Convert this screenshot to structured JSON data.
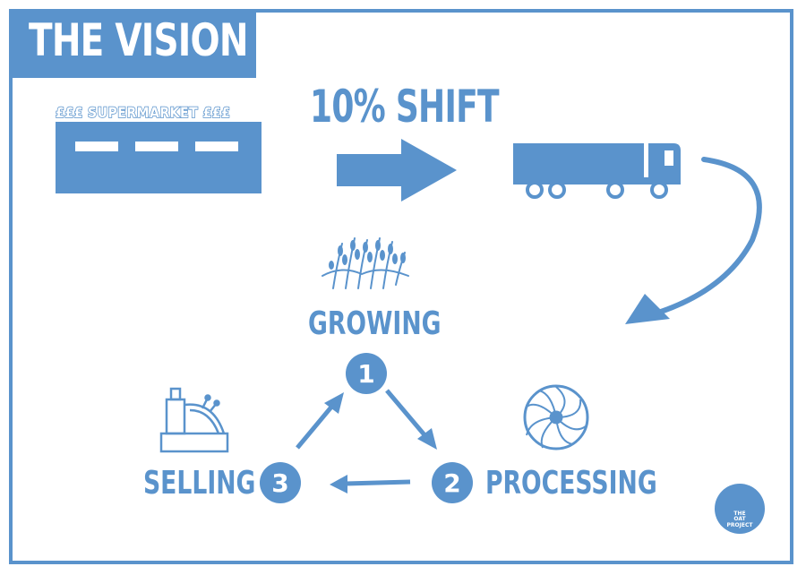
{
  "title": "THE VISION",
  "supermarket": {
    "label": "£££ SUPERMARKET £££"
  },
  "shift": {
    "label": "10% SHIFT"
  },
  "cycle": {
    "steps": [
      {
        "number": "1",
        "label": "GROWING"
      },
      {
        "number": "2",
        "label": "PROCESSING"
      },
      {
        "number": "3",
        "label": "SELLING"
      }
    ]
  },
  "logo": {
    "line1": "THE",
    "line2": "OAT",
    "line3": "PROJECT"
  },
  "colors": {
    "accent": "#5a93cc",
    "background": "#ffffff"
  },
  "icons": [
    "supermarket-icon",
    "arrow-right-icon",
    "truck-icon",
    "curved-arrow-icon",
    "wheat-icon",
    "mill-wheel-icon",
    "cash-register-icon",
    "oat-logo-icon"
  ]
}
